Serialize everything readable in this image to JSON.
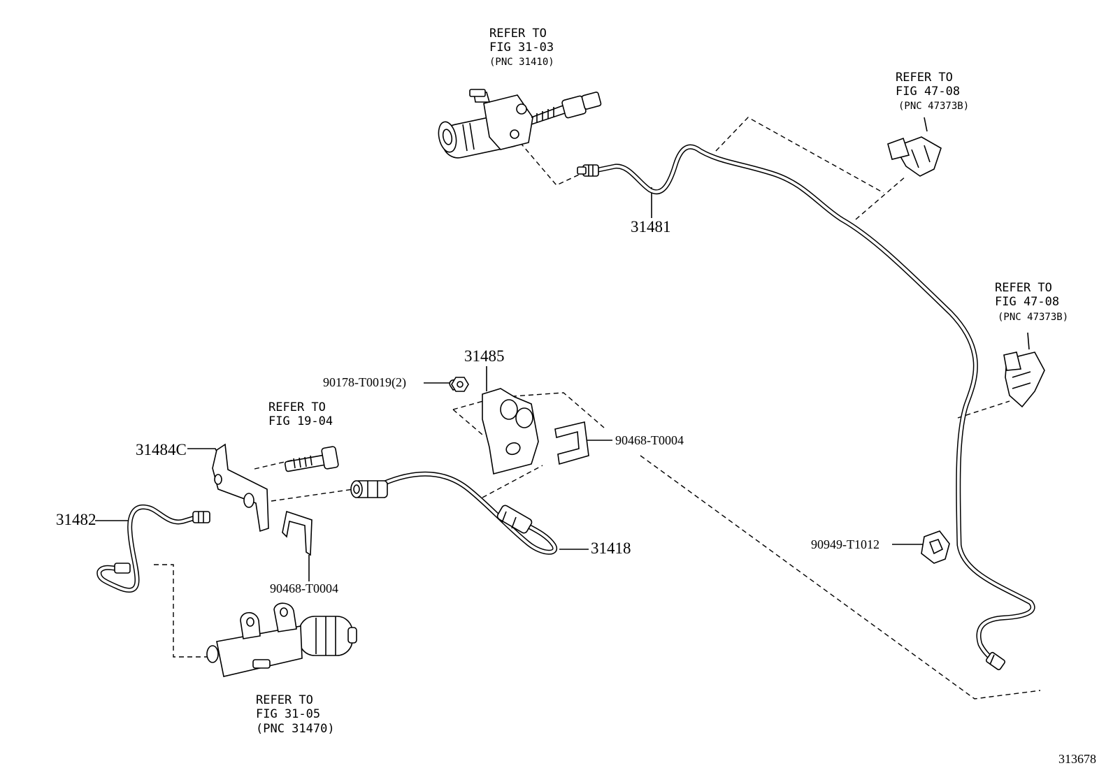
{
  "callouts": {
    "master_cylinder_ref": [
      "REFER TO",
      "FIG 31-03",
      "(PNC 31410)"
    ],
    "clamp_ref_upper": [
      "REFER TO",
      "FIG 47-08",
      "(PNC 47373B)"
    ],
    "clamp_ref_lower": [
      "REFER TO",
      "FIG 47-08",
      "(PNC 47373B)"
    ],
    "bolt_ref": [
      "REFER TO",
      "FIG 19-04"
    ],
    "release_cylinder_ref": [
      "REFER TO",
      "FIG 31-05",
      "(PNC 31470)"
    ]
  },
  "parts": {
    "tube_31481": "31481",
    "bracket_31485": "31485",
    "nut_90178": "90178-T0019(2)",
    "bracket_31484c": "31484C",
    "tube_31482": "31482",
    "clip_90468_right": "90468-T0004",
    "clip_90468_left": "90468-T0004",
    "hose_31418": "31418",
    "clamp_90949": "90949-T1012"
  },
  "footer": {
    "illustration_number": "313678"
  }
}
